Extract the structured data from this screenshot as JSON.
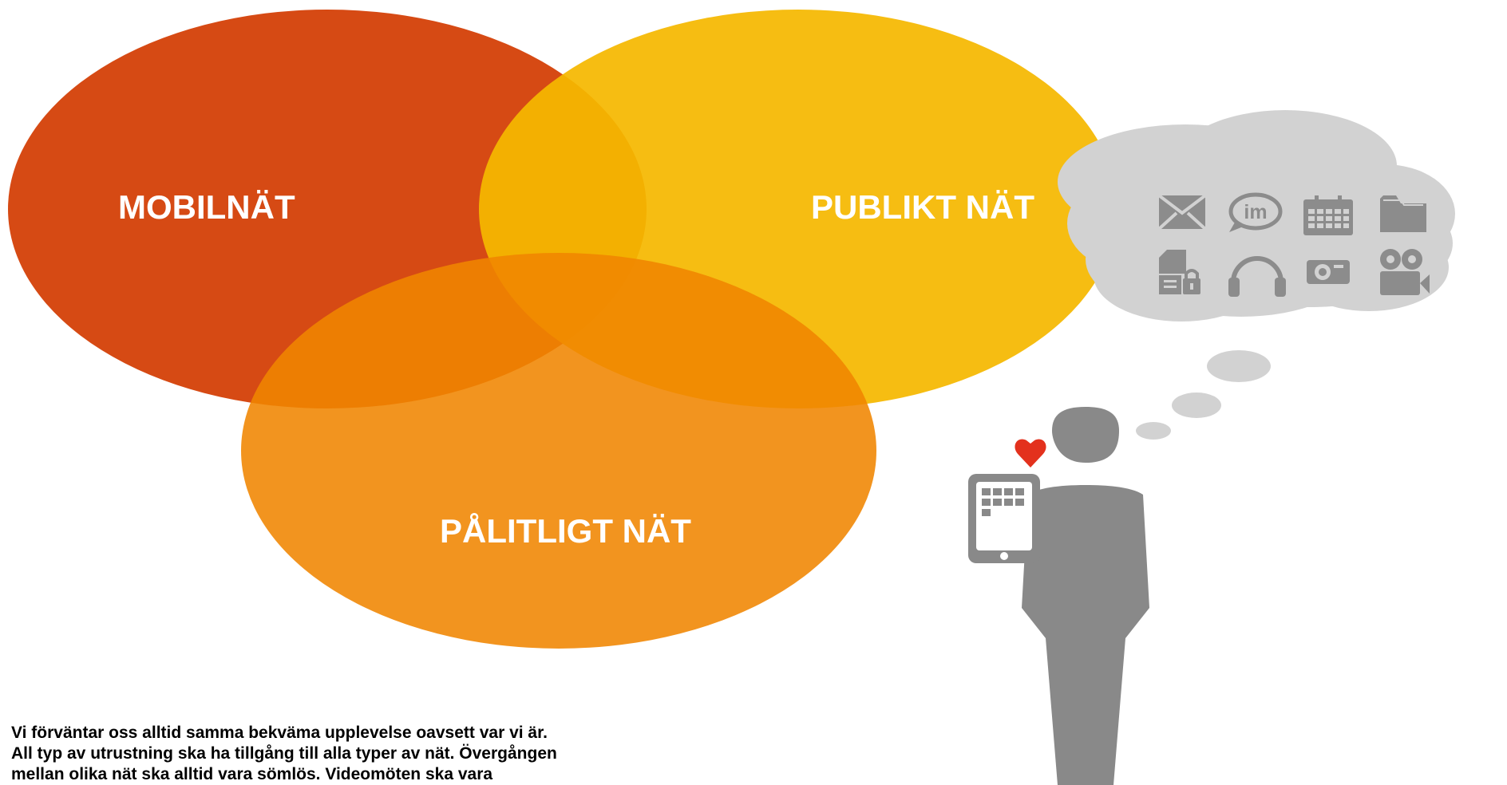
{
  "venn": {
    "mobile_label": "MOBILNÄT",
    "public_label": "PUBLIKT NÄT",
    "reliable_label": "PÅLITLIGT NÄT"
  },
  "caption": {
    "line1": "Vi förväntar oss alltid samma bekväma upplevelse oavsett var vi är.",
    "line2": "All typ av utrustning ska ha tillgång till alla typer av nät. Övergången",
    "line3": "mellan olika nät ska alltid vara sömlös. Videomöten ska vara"
  },
  "thought_icons": [
    "envelope-icon",
    "im-chat-icon",
    "calendar-icon",
    "folder-icon",
    "locked-document-icon",
    "headphones-icon",
    "camera-icon",
    "video-camera-icon"
  ],
  "colors": {
    "mobile_net": "#D64A14",
    "public_net": "#F7C300",
    "reliable_net": "#F08500",
    "cloud": "#D2D2D2",
    "icon_gray": "#8C8C8C",
    "person_gray": "#898989",
    "heart": "#E3311D"
  }
}
